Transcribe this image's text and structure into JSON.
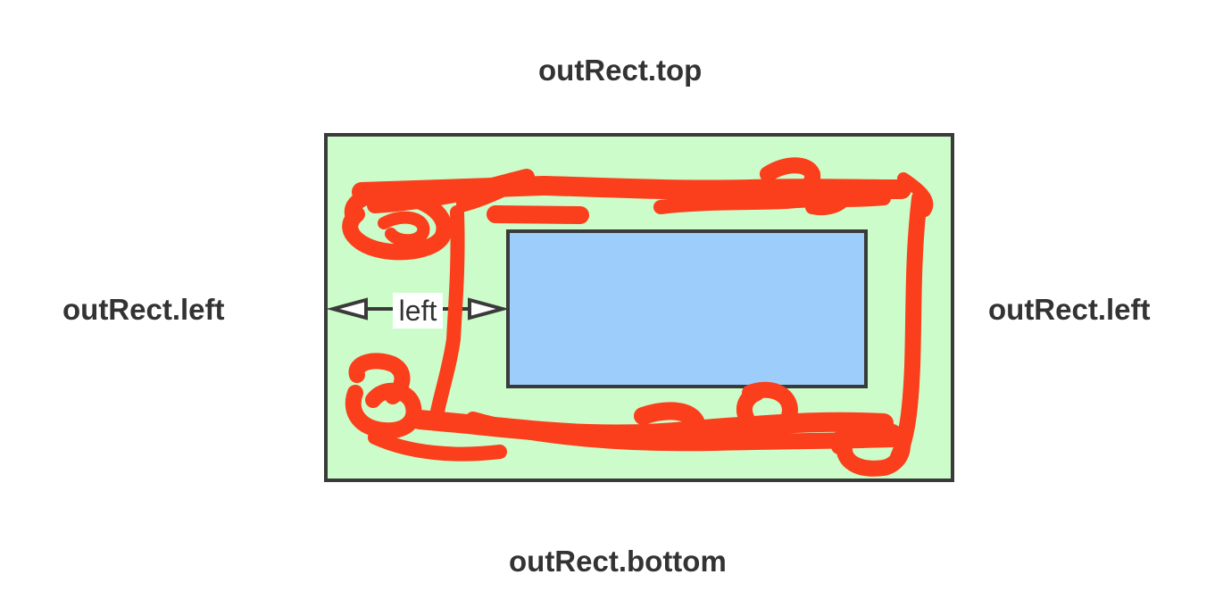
{
  "labels": {
    "top": "outRect.top",
    "left": "outRect.left",
    "right": "outRect.left",
    "bottom": "outRect.bottom",
    "inner_gap": "left"
  },
  "colors": {
    "outer_fill": "#ccfcca",
    "outer_stroke": "#3a3a3a",
    "inner_fill": "#9dcdfb",
    "inner_stroke": "#3a3a3a",
    "scribble": "#fb3e1b",
    "text": "#333333"
  }
}
